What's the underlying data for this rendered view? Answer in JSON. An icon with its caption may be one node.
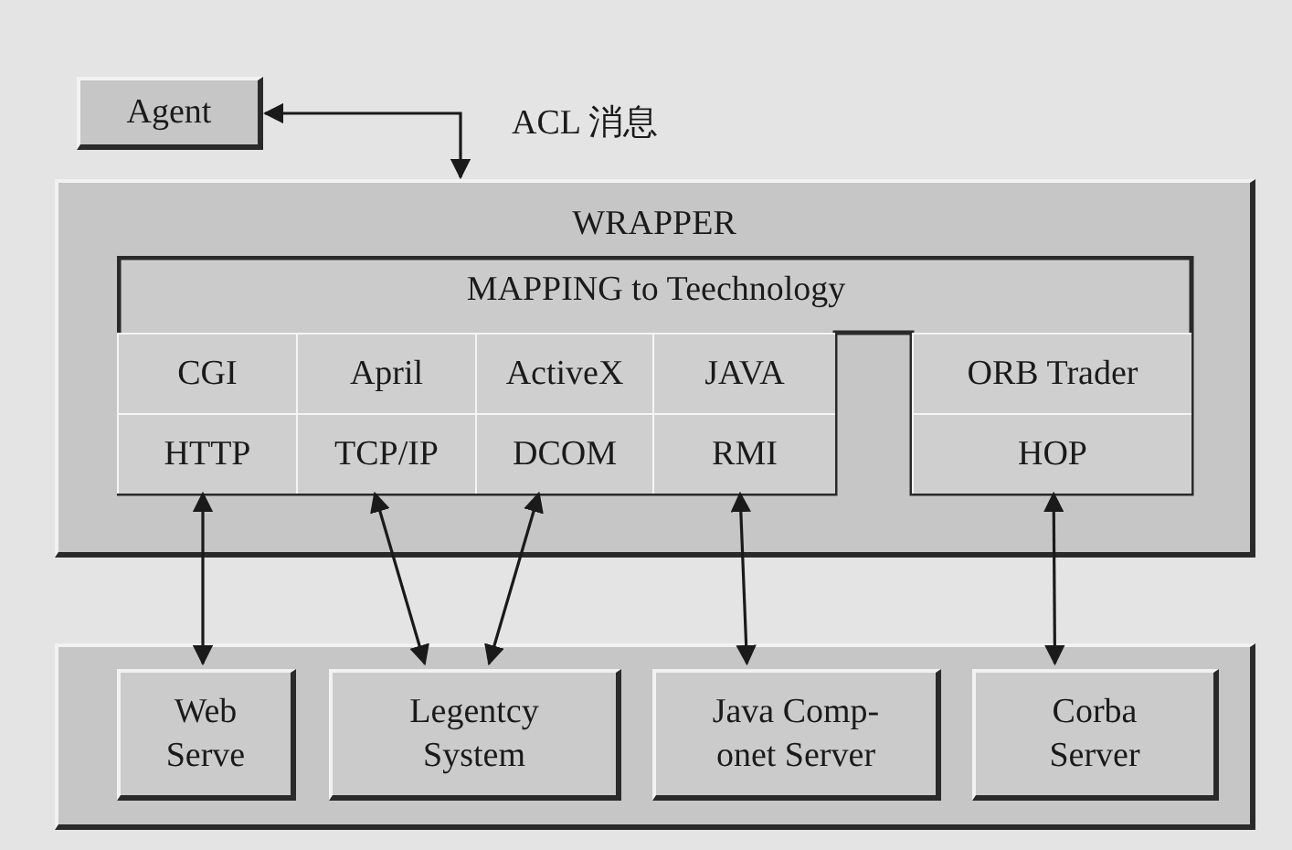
{
  "diagram": {
    "nodes": [
      {
        "text": [
          "Agent"
        ]
      },
      {
        "text": [
          "WRAPPER"
        ]
      },
      {
        "text": [
          "MAPPING to Teechnology"
        ],
        "in": 1
      },
      {
        "text": [
          "CGI"
        ],
        "in": 2
      },
      {
        "text": [
          "April"
        ],
        "in": 2
      },
      {
        "text": [
          "ActiveX"
        ],
        "in": 2
      },
      {
        "text": [
          "JAVA"
        ],
        "in": 2
      },
      {
        "text": [
          "ORB Trader"
        ],
        "in": 2
      },
      {
        "text": [
          "HTTP"
        ],
        "in": 2
      },
      {
        "text": [
          "TCP/IP"
        ],
        "in": 2
      },
      {
        "text": [
          "DCOM"
        ],
        "in": 2
      },
      {
        "text": [
          "RMI"
        ],
        "in": 2
      },
      {
        "text": [
          "HOP"
        ],
        "in": 2
      },
      {
        "text": [],
        "shape": "box"
      },
      {
        "text": [
          "Web Serve"
        ],
        "in": 13
      },
      {
        "text": [
          "Legentcy System"
        ],
        "in": 13
      },
      {
        "text": [
          "Java Comp- onet Server"
        ],
        "in": 13
      },
      {
        "text": [
          "Corba Server"
        ],
        "in": 13
      }
    ],
    "edges": [
      {
        "from": 0,
        "to": 1,
        "arrow": "both",
        "label": "ACL 消息"
      },
      {
        "from": 8,
        "to": 14,
        "arrow": "both"
      },
      {
        "from": 9,
        "to": 15,
        "arrow": "both"
      },
      {
        "from": 10,
        "to": 15,
        "arrow": "both"
      },
      {
        "from": 11,
        "to": 16,
        "arrow": "both"
      },
      {
        "from": 12,
        "to": 17,
        "arrow": "both"
      }
    ]
  }
}
